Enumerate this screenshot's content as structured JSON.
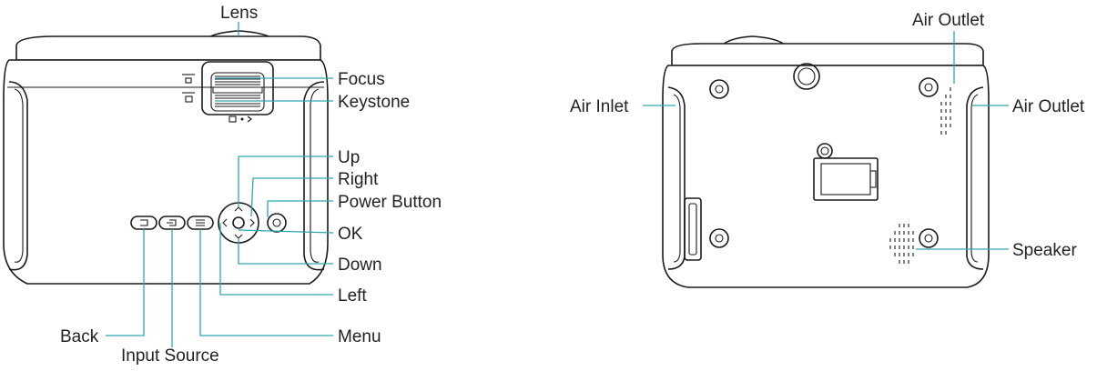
{
  "front_view": {
    "labels": {
      "lens": "Lens",
      "focus": "Focus",
      "keystone": "Keystone",
      "up": "Up",
      "right": "Right",
      "power_button": "Power Button",
      "ok": "OK",
      "down": "Down",
      "left": "Left",
      "back": "Back",
      "input_source": "Input Source",
      "menu": "Menu"
    }
  },
  "rear_view": {
    "labels": {
      "air_outlet_top": "Air Outlet",
      "air_inlet": "Air Inlet",
      "air_outlet_right": "Air Outlet",
      "speaker": "Speaker"
    }
  },
  "colors": {
    "leader_line": "#2fa8b0",
    "outline": "#1a1a1a",
    "text": "#222222"
  }
}
